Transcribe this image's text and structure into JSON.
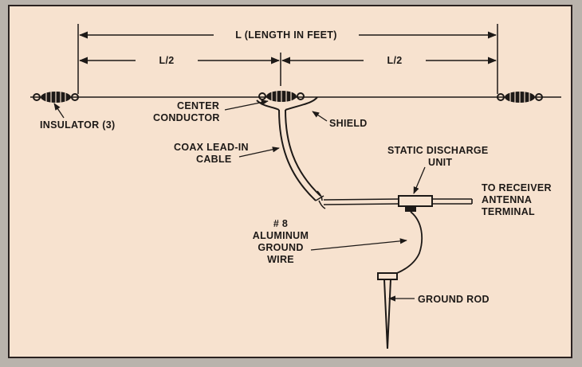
{
  "dimension_length": "L (LENGTH IN FEET)",
  "dimension_half_left": "L/2",
  "dimension_half_right": "L/2",
  "label_insulator": "INSULATOR (3)",
  "label_center_conductor": [
    "CENTER",
    "CONDUCTOR"
  ],
  "label_shield": "SHIELD",
  "label_coax": [
    "COAX LEAD-IN",
    "CABLE"
  ],
  "label_static_discharge": [
    "STATIC DISCHARGE",
    "UNIT"
  ],
  "label_receiver": [
    "TO RECEIVER",
    "ANTENNA",
    "TERMINAL"
  ],
  "label_ground_wire": [
    "# 8",
    "ALUMINUM",
    "GROUND",
    "WIRE"
  ],
  "label_ground_rod": "GROUND ROD",
  "colors": {
    "paper": "#f7e2cf",
    "ink": "#1d1917",
    "border": "#b9b3ac"
  }
}
